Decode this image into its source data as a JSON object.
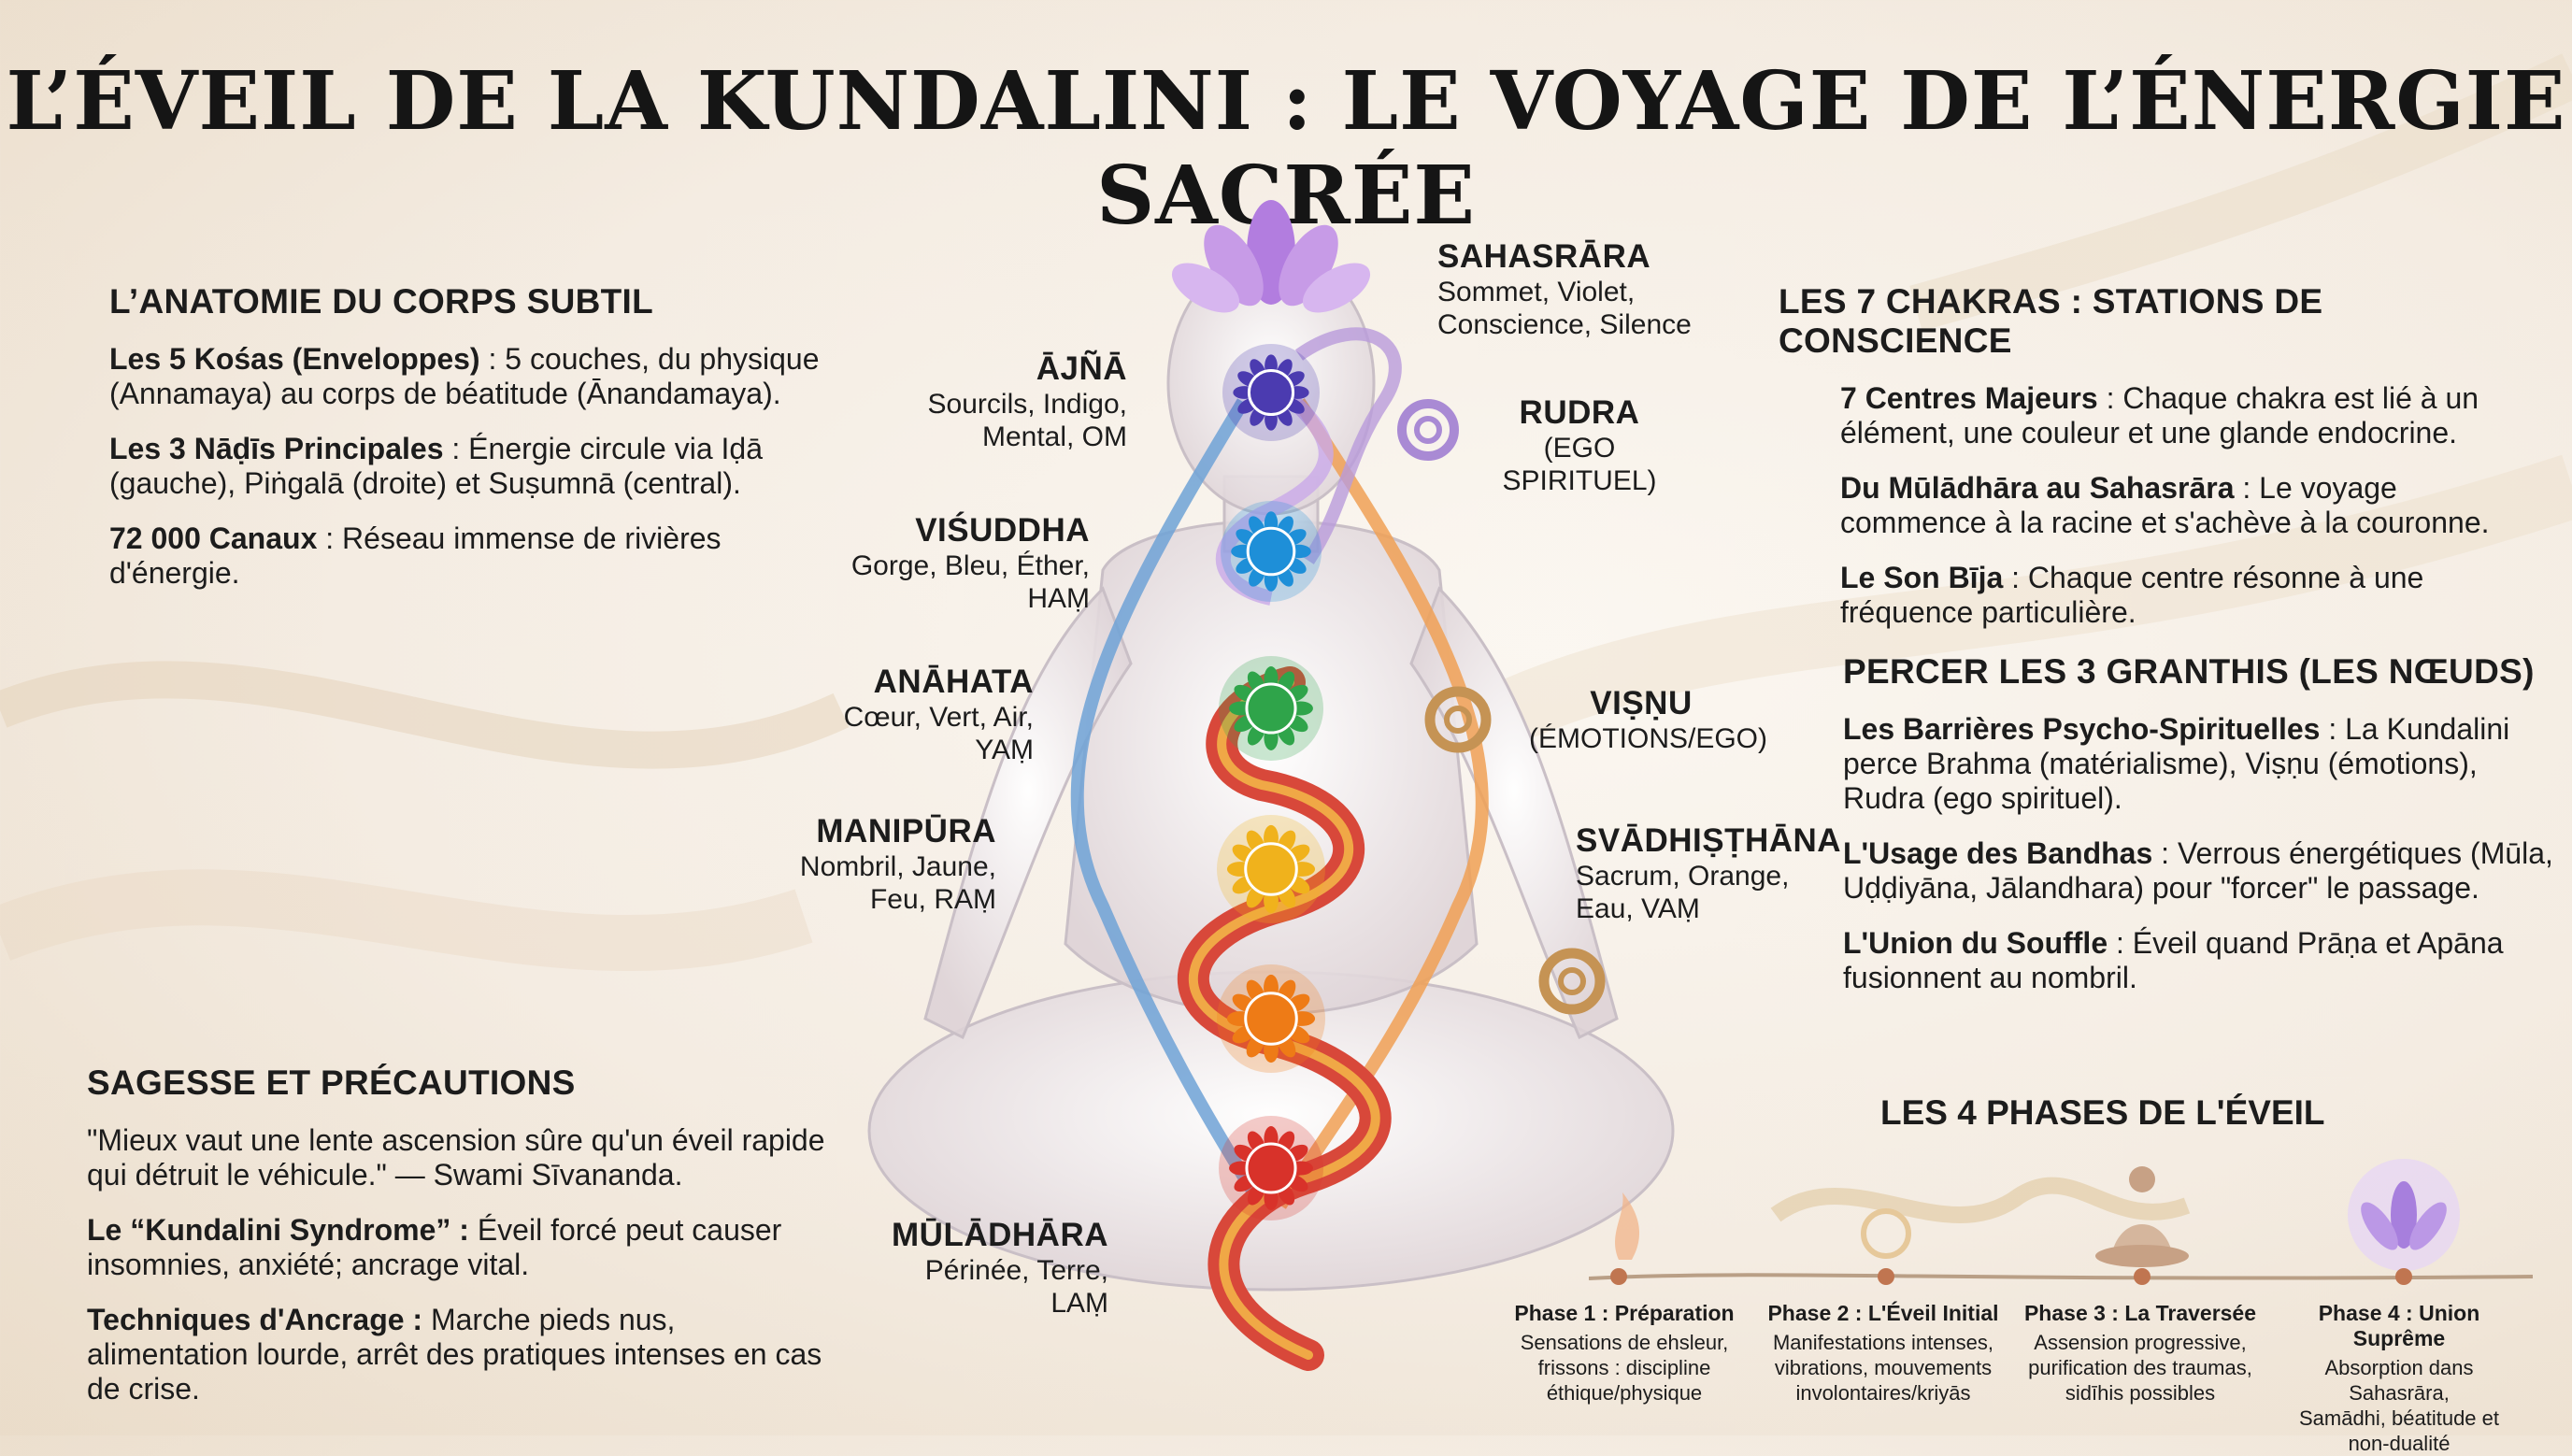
{
  "title": "L’ÉVEIL DE LA KUNDALINI : LE VOYAGE DE L’ÉNERGIE SACRÉE",
  "left_top": {
    "heading": "L’ANATOMIE DU CORPS SUBTIL",
    "items": [
      {
        "term": "Les 5 Kośas (Enveloppes)",
        "text": " : 5 couches, du physique (Annamaya) au corps de béatitude (Ānandamaya)."
      },
      {
        "term": "Les 3 Nāḍīs Principales",
        "text": " : Énergie circule via Iḍā (gauche), Piṅgalā (droite) et Suṣumnā (central)."
      },
      {
        "term": "72 000 Canaux",
        "text": " : Réseau immense de rivières d'énergie."
      }
    ]
  },
  "left_bottom": {
    "heading": "SAGESSE ET PRÉCAUTIONS",
    "quote": "\"Mieux vaut une lente ascension sûre qu'un éveil rapide qui détruit le véhicule.\" — Swami Sīvananda.",
    "items": [
      {
        "term": "Le “Kundalini Syndrome” :",
        "text": " Éveil forcé peut causer insomnies, anxiété; ancrage vital."
      },
      {
        "term": "Techniques d'Ancrage :",
        "text": " Marche pieds nus, alimentation lourde, arrêt des pratiques intenses en cas de crise."
      }
    ]
  },
  "right_top": {
    "heading": "LES 7 CHAKRAS : STATIONS DE CONSCIENCE",
    "items": [
      {
        "term": "7 Centres Majeurs",
        "text": " : Chaque chakra est lié à un élément, une couleur et une glande endocrine."
      },
      {
        "term": "Du Mūlādhāra au Sahasrāra",
        "text": " : Le voyage commence à la racine et s'achève à la couronne."
      },
      {
        "term": "Le Son Bīja",
        "text": " : Chaque centre résonne à une fréquence particulière."
      }
    ]
  },
  "right_mid": {
    "heading": "PERCER LES 3 GRANTHIS (LES NŒUDS)",
    "items": [
      {
        "term": "Les Barrières Psycho-Spirituelles",
        "text": " : La Kundalini perce Brahma (matérialisme), Viṣṇu (émotions), Rudra (ego spirituel)."
      },
      {
        "term": "L'Usage des Bandhas",
        "text": " : Verrous énergétiques (Mūla, Uḍḍiyāna, Jālandhara) pour \"forcer\" le passage."
      },
      {
        "term": "L'Union du Souffle",
        "text": " : Éveil quand Prāṇa et Apāna fusionnent au nombril."
      }
    ]
  },
  "chakras": [
    {
      "name": "SAHASRĀRA",
      "desc": [
        "Sommet, Violet,",
        "Conscience, Silence"
      ],
      "color": "#9b5fd0"
    },
    {
      "name": "ĀJÑĀ",
      "desc": [
        "Sourcils, Indigo,",
        "Mental, OM"
      ],
      "color": "#4b3bb0"
    },
    {
      "name": "VIŚUDDHA",
      "desc": [
        "Gorge, Bleu, Éther,",
        "HAṂ"
      ],
      "color": "#1e8fd8"
    },
    {
      "name": "ANĀHATA",
      "desc": [
        "Cœur, Vert, Air,",
        "YAṂ"
      ],
      "color": "#2fa44a"
    },
    {
      "name": "MANIPŪRA",
      "desc": [
        "Nombril, Jaune,",
        "Feu, RAṂ"
      ],
      "color": "#f0b21c"
    },
    {
      "name": "SVĀDHIṢṬHĀNA",
      "desc": [
        "Sacrum, Orange,",
        "Eau, VAṂ"
      ],
      "color": "#ee7b16"
    },
    {
      "name": "MŪLĀDHĀRA",
      "desc": [
        "Périnée, Terre,",
        "LAṂ"
      ],
      "color": "#d8322a"
    }
  ],
  "granthis": [
    {
      "name": "RUDRA",
      "desc": "(EGO SPIRITUEL)"
    },
    {
      "name": "VIṢṆU",
      "desc": "(ÉMOTIONS/EGO)"
    }
  ],
  "phases": {
    "heading": "LES 4 PHASES DE L'ÉVEIL",
    "items": [
      {
        "title": "Phase 1 : Préparation",
        "desc": [
          "Sensations de ehsleur,",
          "frissons : discipline",
          "éthique/physique"
        ]
      },
      {
        "title": "Phase 2 : L'Éveil Initial",
        "desc": [
          "Manifestations intenses,",
          "vibrations, mouvements",
          "involontaires/kriyās"
        ]
      },
      {
        "title": "Phase 3 : La Traversée",
        "desc": [
          "Assension progressive,",
          "purification des traumas,",
          "sidīhis possibles"
        ]
      },
      {
        "title": "Phase 4 : Union Suprême",
        "desc": [
          "Absorption dans Sahasrāra,",
          "Samādhi, béatitude et",
          "non-dualité"
        ]
      }
    ]
  }
}
